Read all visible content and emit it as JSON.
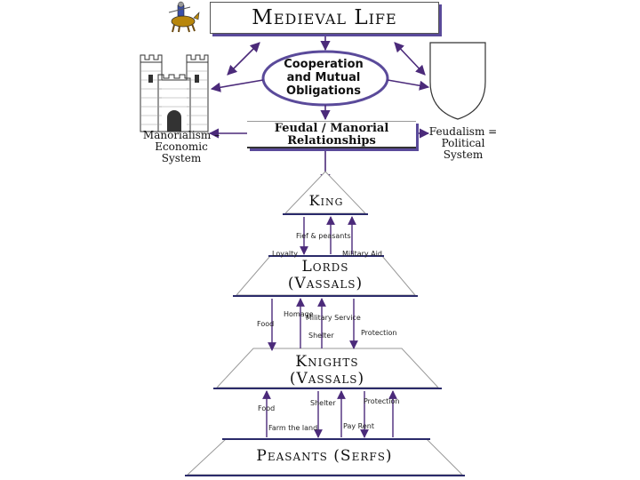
{
  "title": "Medieval Life",
  "center_concept": {
    "line1": "Cooperation",
    "line2": "and Mutual",
    "line3": "Obligations"
  },
  "relationships_box": {
    "line1": "Feudal / Manorial",
    "line2": "Relationships"
  },
  "left_label": {
    "line1": "Manorialism –",
    "line2": "Economic",
    "line3": "System"
  },
  "right_label": {
    "line1": "Feudalism =",
    "line2": "Political",
    "line3": "System"
  },
  "tiers": {
    "king": "King",
    "lords_line1": "Lords",
    "lords_line2": "(Vassals)",
    "knights_line1": "Knights",
    "knights_line2": "(Vassals)",
    "peasants": "Peasants (Serfs)"
  },
  "exchanges": {
    "fief_peasants": "Fief & peasants",
    "loyalty": "Loyalty",
    "military_aid": "Military Aid",
    "food_1": "Food",
    "homage": "Homage",
    "military_service": "Military Service",
    "shelter_1": "Shelter",
    "protection_1": "Protection",
    "food_2": "Food",
    "shelter_2": "Shelter",
    "protection_2": "Protection",
    "farm_the_land": "Farm the land",
    "pay_rent": "Pay Rent"
  },
  "colors": {
    "arrow": "#4b2a7a",
    "shadow": "#5a4a9a",
    "line": "#2a2a6a"
  },
  "icons": {
    "knight": "mounted-knight-icon",
    "castle": "castle-icon",
    "shield": "shield-icon"
  }
}
